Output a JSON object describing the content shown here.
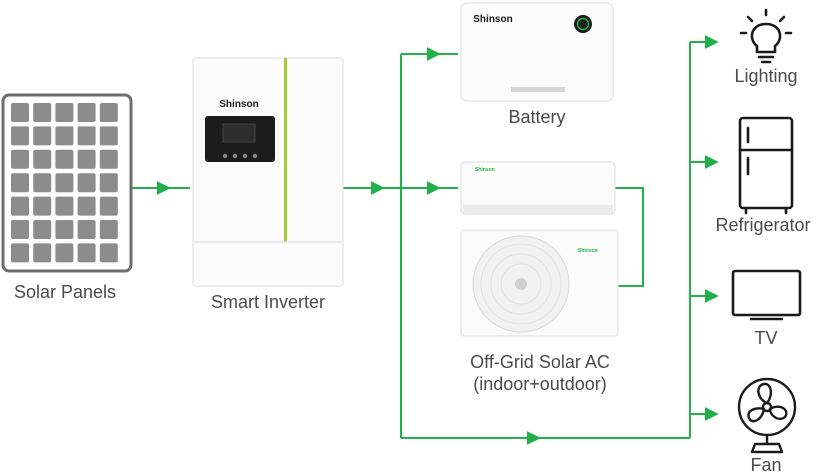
{
  "colors": {
    "line": "#22b04a",
    "accent": "#a8c93a",
    "panel_cell": "#8c8c8c",
    "panel_frame": "#6e6e6e",
    "appliance": "#1a1a1a",
    "label": "#4a4a4a"
  },
  "nodes": {
    "solar": {
      "label": "Solar Panels",
      "icon": "solar-panel-icon"
    },
    "inverter": {
      "label": "Smart Inverter",
      "brand": "Shinson",
      "icon": "inverter-icon"
    },
    "battery": {
      "label": "Battery",
      "brand": "Shinson",
      "icon": "battery-icon"
    },
    "ac": {
      "label_line1": "Off-Grid Solar AC",
      "label_line2": "(indoor+outdoor)",
      "brand": "Shinson",
      "icon": "air-conditioner-icon"
    },
    "lighting": {
      "label": "Lighting",
      "icon": "light-bulb-icon"
    },
    "refrigerator": {
      "label": "Refrigerator",
      "icon": "refrigerator-icon"
    },
    "tv": {
      "label": "TV",
      "icon": "tv-icon"
    },
    "fan": {
      "label": "Fan",
      "icon": "fan-icon"
    }
  }
}
